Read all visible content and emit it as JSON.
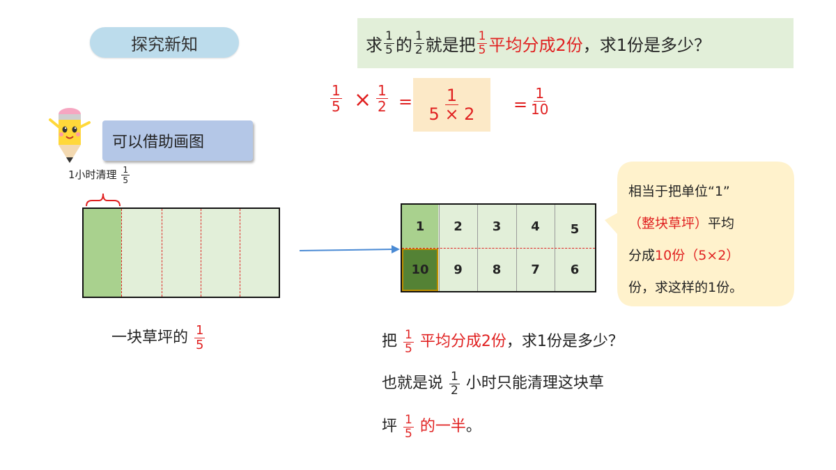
{
  "title": "探究新知",
  "question": {
    "p1": "求",
    "f1": {
      "num": "1",
      "den": "5"
    },
    "p2": "的",
    "f2": {
      "num": "1",
      "den": "2"
    },
    "p3": "就是把",
    "f3": {
      "num": "1",
      "den": "5"
    },
    "p4_red": "平均分成2份",
    "p5": "，求1份是多少？"
  },
  "equation": {
    "a": {
      "num": "1",
      "den": "5"
    },
    "times": "×",
    "b": {
      "num": "1",
      "den": "2"
    },
    "eq1": "=",
    "c": {
      "num": "1",
      "den": "5 × 2"
    },
    "eq2": "=",
    "d": {
      "num": "1",
      "den": "10"
    }
  },
  "hint": "可以借助画图",
  "brace_label": {
    "text": "1小时清理",
    "frac": {
      "num": "1",
      "den": "5"
    }
  },
  "left_caption": {
    "text": "一块草坪的",
    "frac": {
      "num": "1",
      "den": "5"
    }
  },
  "grid": {
    "top_row": [
      "1",
      "2",
      "3",
      "4",
      "5"
    ],
    "bottom_row": [
      "10",
      "9",
      "8",
      "7",
      "6"
    ]
  },
  "bubble": {
    "l1": "相当于把单位“1”",
    "l2_red": "（整块草坪）",
    "l2": "平均",
    "l3a": "分成",
    "l3_red": "10份（5×2）",
    "l4": "份，求这样的1份。"
  },
  "bottom": {
    "line1": {
      "a": "把",
      "frac": {
        "num": "1",
        "den": "5"
      },
      "b_red": "平均分成2份",
      "c": "，求1份是多少？"
    },
    "line2": {
      "a": "也就是说",
      "frac": {
        "num": "1",
        "den": "2"
      },
      "b": "小时只能清理这块草"
    },
    "line3": {
      "a": "坪",
      "frac": {
        "num": "1",
        "den": "5"
      },
      "b_red": "的一半",
      "c": "。"
    }
  },
  "colors": {
    "accent_red": "#e02020",
    "lawn_light": "#e2efd9",
    "lawn_shade": "#a9d18e",
    "lawn_dark": "#548235",
    "pill_blue": "#bcdcec",
    "hint_blue": "#b4c7e7",
    "bubble_yellow": "#fff2cc"
  }
}
